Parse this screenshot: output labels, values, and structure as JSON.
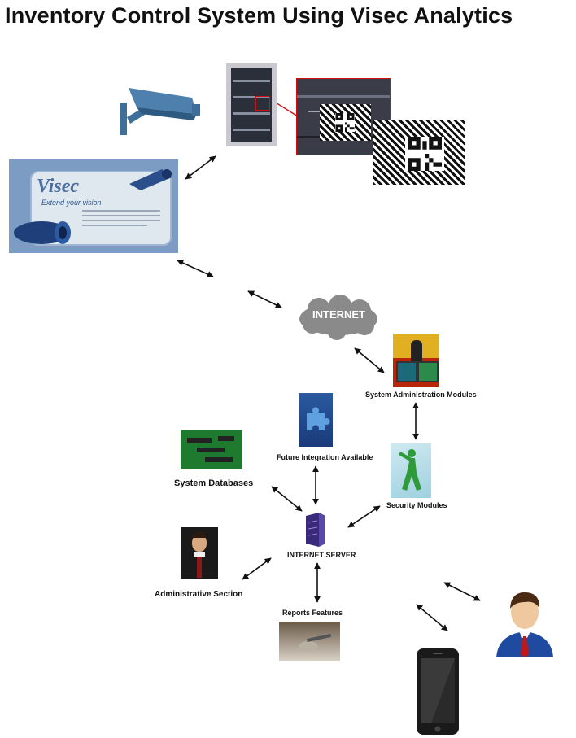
{
  "title": "Inventory Control System Using Visec Analytics",
  "visec_screen": {
    "logo": "Visec",
    "tagline": "Extend your vision"
  },
  "nodes": {
    "internet": "INTERNET",
    "sys_admin": "System Administration Modules",
    "future_integration": "Future Integration Available",
    "security": "Security Modules",
    "databases": "System Databases",
    "server": "INTERNET SERVER",
    "administrative": "Administrative Section",
    "reports": "Reports Features"
  },
  "icons": [
    "security-camera-icon",
    "warehouse-shelf-photo",
    "qr-code-marker",
    "visec-app-screen",
    "cloud-icon",
    "admin-monitors-image",
    "puzzle-piece-image",
    "security-figure-image",
    "circuit-board-image",
    "server-tower-icon",
    "businessman-photo",
    "reports-desk-image",
    "user-avatar-icon",
    "smartphone-icon"
  ],
  "colors": {
    "visec_panel": "#7d9cc3",
    "visec_inner": "#dfe7ef",
    "camera": "#3d6f9a",
    "cloud": "#8a8a8a"
  }
}
